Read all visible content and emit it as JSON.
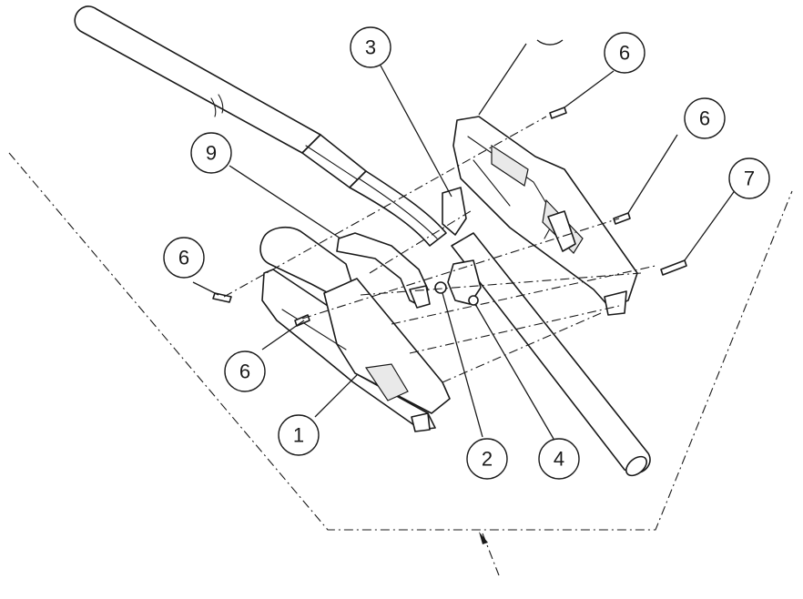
{
  "balloons": [
    {
      "id": "b3",
      "label": "3"
    },
    {
      "id": "b5",
      "label": ""
    },
    {
      "id": "b6a",
      "label": "6"
    },
    {
      "id": "b6b",
      "label": "6"
    },
    {
      "id": "b7",
      "label": "7"
    },
    {
      "id": "b9",
      "label": "9"
    },
    {
      "id": "b6c",
      "label": "6"
    },
    {
      "id": "b6d",
      "label": "6"
    },
    {
      "id": "b1",
      "label": "1"
    },
    {
      "id": "b2",
      "label": "2"
    },
    {
      "id": "b4",
      "label": "4"
    }
  ],
  "colors": {
    "line": "#1a1a1a",
    "background": "#ffffff",
    "fill": "#e9e9e9"
  }
}
